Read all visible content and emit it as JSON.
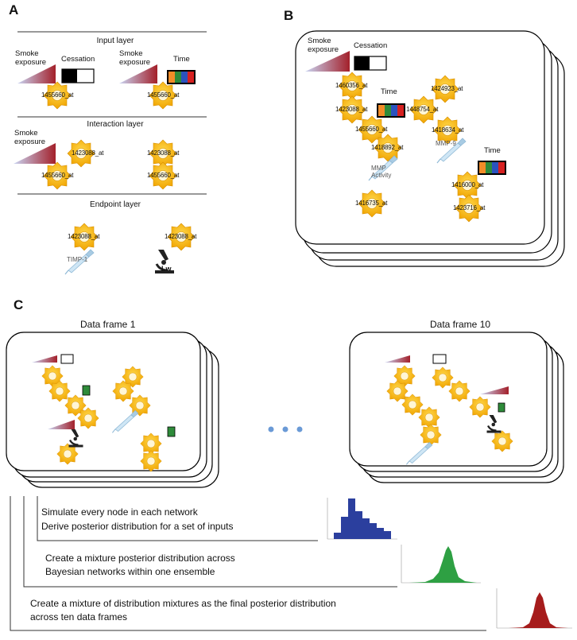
{
  "panels": {
    "a": "A",
    "b": "B",
    "c": "C"
  },
  "panel_a": {
    "input_layer": "Input layer",
    "interaction_layer": "Interaction layer",
    "endpoint_layer": "Endpoint layer",
    "smoke_exposure": "Smoke exposure",
    "cessation": "Cessation",
    "time": "Time",
    "genes": {
      "g1455660": "1455660_at",
      "g1423088": "1423088_at"
    },
    "timp1": "TIMP-1",
    "lw": "Lw"
  },
  "panel_b": {
    "smoke_exposure": "Smoke exposure",
    "cessation": "Cessation",
    "time1": "Time",
    "time2": "Time",
    "mmp_activity": "MMP Activity",
    "mmp9": "MMP-9",
    "genes": [
      "1460356_at",
      "1423088_at",
      "1455660_at",
      "1418892_at",
      "1416735_at",
      "1424923_at",
      "1448754_at",
      "1418634_at",
      "1416000_at",
      "1423716_at"
    ]
  },
  "panel_c": {
    "frame1": "Data frame 1",
    "frame10": "Data frame 10",
    "step1_line1": "Simulate every node in each network",
    "step1_line2": "Derive posterior distribution for a set of inputs",
    "step2_line1": "Create a mixture posterior distribution across",
    "step2_line2": "Bayesian networks within one ensemble",
    "step3_line1": "Create a mixture of distribution mixtures as the final posterior distribution",
    "step3_line2": "across ten data frames"
  },
  "colors": {
    "gear": "#f5b400",
    "gear_center": "#fff6d6",
    "time_green": "#2e8b3a",
    "time_blue": "#2a52be",
    "time_red": "#d62020",
    "time_orange": "#f28c28",
    "hist_blue": "#2b3f9e",
    "hist_green": "#2ea043",
    "hist_red": "#a61c1c"
  },
  "icons": [
    "gear-node-icon",
    "gradient-triangle-icon",
    "timeline-bar-icon",
    "pipette-icon",
    "microscope-icon"
  ]
}
